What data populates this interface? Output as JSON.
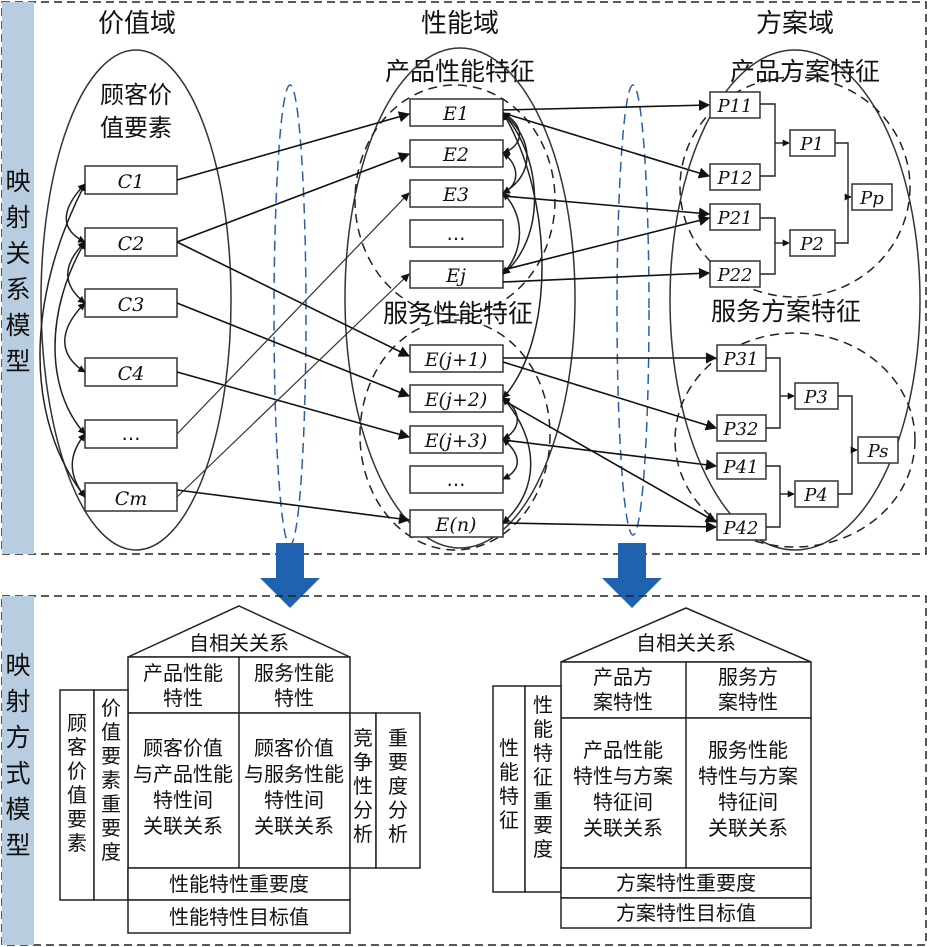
{
  "top": {
    "side_label": "映射关系模型",
    "value_domain": {
      "title": "价值域",
      "subtitle": [
        "顾客价",
        "值要素"
      ],
      "items": [
        "C1",
        "C2",
        "C3",
        "C4",
        "…",
        "Cm"
      ]
    },
    "performance_domain": {
      "title": "性能域",
      "product_subtitle": "产品性能特征",
      "service_subtitle": "服务性能特征",
      "product_items": [
        "E1",
        "E2",
        "E3",
        "…",
        "Ej"
      ],
      "service_items": [
        "E(j+1)",
        "E(j+2)",
        "E(j+3)",
        "…",
        "E(n)"
      ]
    },
    "scheme_domain": {
      "title": "方案域",
      "product_subtitle": "产品方案特征",
      "service_subtitle": "服务方案特征",
      "product_leaves": [
        "P11",
        "P12",
        "P21",
        "P22"
      ],
      "product_mid": [
        "P1",
        "P2"
      ],
      "product_root": "Pp",
      "service_leaves": [
        "P31",
        "P32",
        "P41",
        "P42"
      ],
      "service_mid": [
        "P3",
        "P4"
      ],
      "service_root": "Ps"
    }
  },
  "bottom": {
    "side_label": "映射方式模型",
    "left_house": {
      "roof": "自相关关系",
      "col_headers": [
        "产品性能特性",
        "服务性能特性"
      ],
      "row_label_1": "顾客价值要素",
      "row_label_2": "价值要素重要度",
      "cells": [
        "顾客价值与产品性能特性间关联关系",
        "顾客价值与服务性能特性间关联关系"
      ],
      "right_1": "竞争性分析",
      "right_2": "重要度分析",
      "footer_1": "性能特性重要度",
      "footer_2": "性能特性目标值"
    },
    "right_house": {
      "roof": "自相关关系",
      "col_headers": [
        "产品方案特性",
        "服务方案特性"
      ],
      "row_label_1": "性能特征",
      "row_label_2": "性能特征重要度",
      "cells": [
        "产品性能特性与方案特征间关联关系",
        "服务性能特性与方案特征间关联关系"
      ],
      "footer_1": "方案特性重要度",
      "footer_2": "方案特性目标值"
    }
  },
  "colors": {
    "side_panel": "#b8cde0",
    "arrow_fill": "#1f63b0",
    "dashed_blue": "#2a5fa8"
  }
}
